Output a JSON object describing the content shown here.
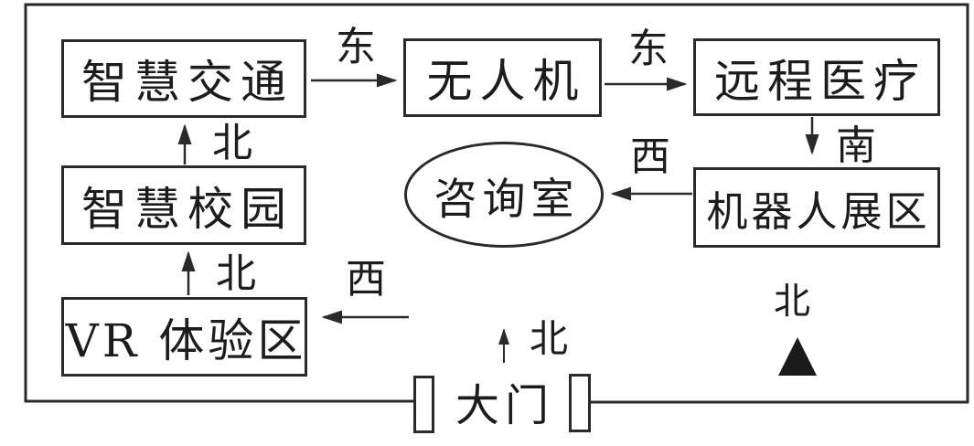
{
  "palette": {
    "background": "#ffffff",
    "line": "#2a2a2a",
    "text": "#1c1c1c",
    "compass_fill": "#1a1a1a"
  },
  "nodes": {
    "smart_traffic": "智慧交通",
    "drone": "无人机",
    "telemedicine": "远程医疗",
    "robot_exhibit": "机器人展区",
    "smart_campus": "智慧校园",
    "vr_zone": "VR 体验区",
    "consult_room": "咨询室",
    "gate": "大门"
  },
  "directions": {
    "traffic_to_drone": "东",
    "drone_to_telemedicine": "东",
    "telemedicine_to_robot": "南",
    "robot_to_consult": "西",
    "campus_to_traffic": "北",
    "vr_to_campus": "北",
    "to_vr_zone": "西",
    "gate_north": "北",
    "compass_north": "北"
  }
}
